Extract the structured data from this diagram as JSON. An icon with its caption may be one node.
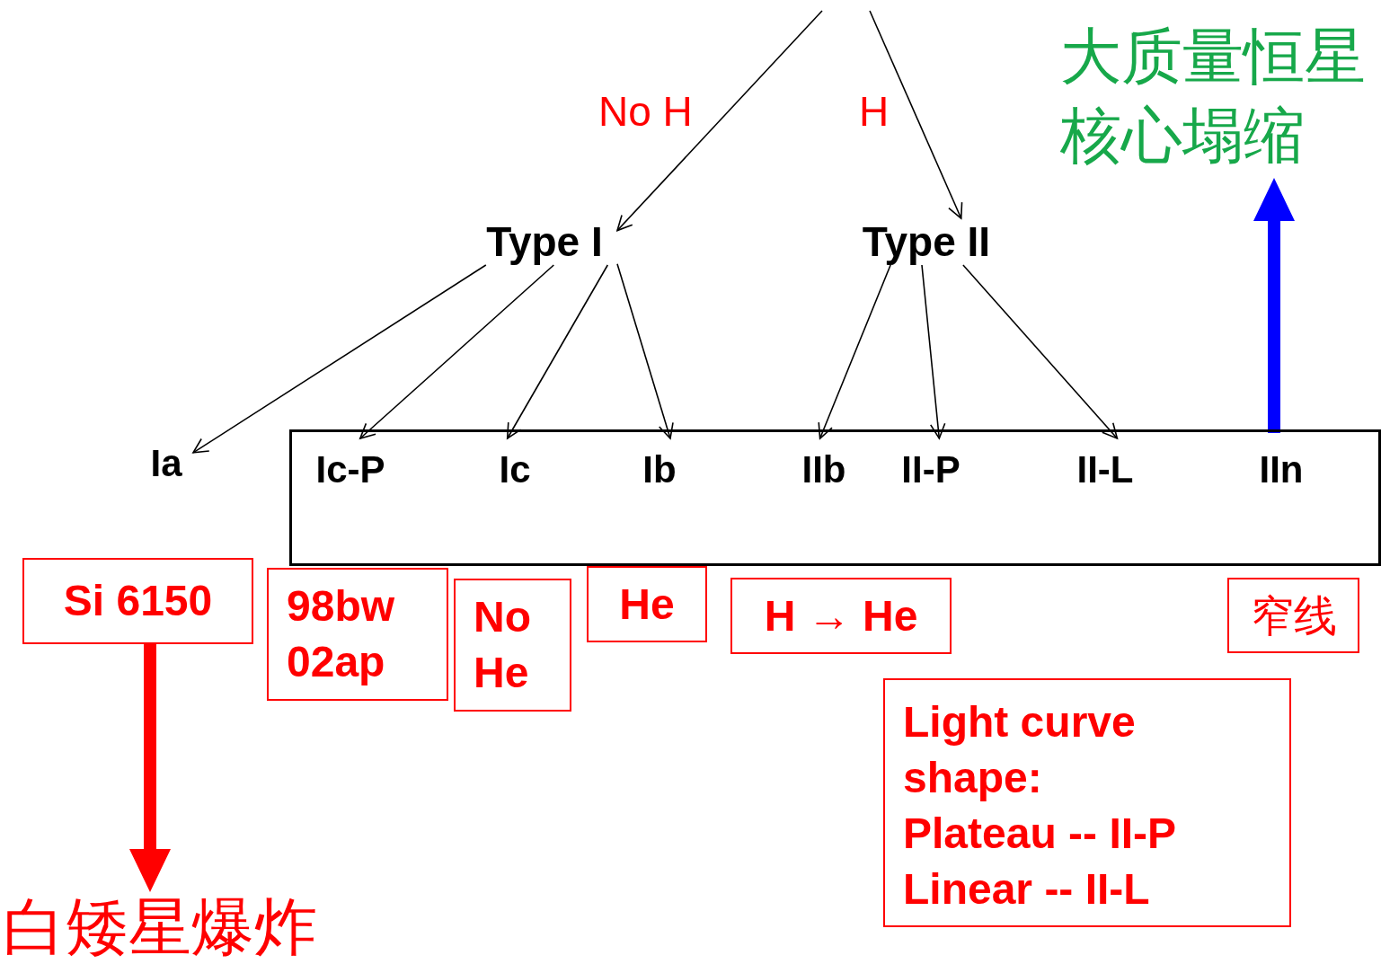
{
  "diagram": {
    "nodes": [
      {
        "text": [
          "Type I"
        ]
      },
      {
        "text": [
          "Type II"
        ]
      },
      {
        "text": [
          "Ia"
        ]
      },
      {
        "text": [],
        "shape": "box"
      },
      {
        "text": [
          "Ic-P"
        ],
        "in": 3
      },
      {
        "text": [
          "Ic"
        ],
        "in": 3
      },
      {
        "text": [
          "Ib"
        ],
        "in": 3
      },
      {
        "text": [
          "IIb"
        ],
        "in": 3
      },
      {
        "text": [
          "II-P"
        ],
        "in": 3
      },
      {
        "text": [
          "II-L"
        ],
        "in": 3
      },
      {
        "text": [
          "IIn"
        ],
        "in": 3
      },
      {
        "text": [
          "Si 6150"
        ]
      },
      {
        "text": [
          "98bw 02ap"
        ]
      },
      {
        "text": [
          "No He"
        ]
      },
      {
        "text": [
          "He"
        ]
      },
      {
        "text": [
          "H → He"
        ]
      },
      {
        "text": [
          "窄线"
        ]
      },
      {
        "text": [
          "Light curve shape:",
          "Plateau -- II-P",
          "Linear -- II-L"
        ]
      },
      {
        "text": [
          "白矮星爆炸"
        ]
      },
      {
        "text": [
          "大质量恒星核心塌缩"
        ]
      }
    ],
    "edges": [
      {
        "from": null,
        "to": 0,
        "arrow": "to",
        "label": "No H"
      },
      {
        "from": null,
        "to": 1,
        "arrow": "to",
        "label": "H"
      },
      {
        "from": 0,
        "to": 2,
        "arrow": "to"
      },
      {
        "from": 0,
        "to": 4,
        "arrow": "to"
      },
      {
        "from": 0,
        "to": 5,
        "arrow": "to"
      },
      {
        "from": 0,
        "to": 6,
        "arrow": "to"
      },
      {
        "from": 1,
        "to": 7,
        "arrow": "to"
      },
      {
        "from": 1,
        "to": 8,
        "arrow": "to"
      },
      {
        "from": 1,
        "to": 9,
        "arrow": "to"
      },
      {
        "from": 11,
        "to": 18,
        "arrow": "to",
        "style": "thick",
        "color": "#ff0000"
      },
      {
        "from": 10,
        "to": 19,
        "arrow": "to",
        "style": "thick",
        "color": "#0000ff"
      }
    ]
  }
}
